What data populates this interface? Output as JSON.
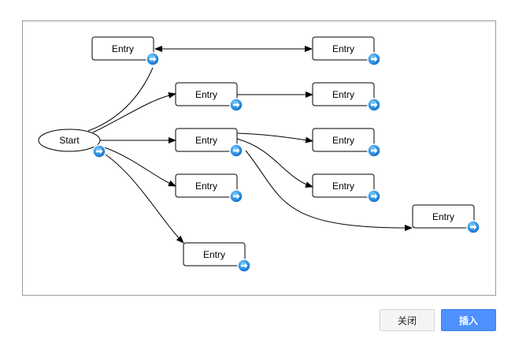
{
  "diagram": {
    "start": {
      "id": "start",
      "label": "Start",
      "shape": "ellipse"
    },
    "nodes": [
      {
        "id": "n1",
        "label": "Entry"
      },
      {
        "id": "n2",
        "label": "Entry"
      },
      {
        "id": "n3",
        "label": "Entry"
      },
      {
        "id": "n4",
        "label": "Entry"
      },
      {
        "id": "n5",
        "label": "Entry"
      },
      {
        "id": "n6",
        "label": "Entry"
      },
      {
        "id": "n7",
        "label": "Entry"
      },
      {
        "id": "n8",
        "label": "Entry"
      },
      {
        "id": "n9",
        "label": "Entry"
      },
      {
        "id": "n10",
        "label": "Entry"
      }
    ],
    "edges": [
      {
        "from": "start",
        "to": "n1",
        "arrow": "none"
      },
      {
        "from": "n1",
        "to": "n6",
        "arrow": "both"
      },
      {
        "from": "start",
        "to": "n2",
        "arrow": "end"
      },
      {
        "from": "start",
        "to": "n3",
        "arrow": "end"
      },
      {
        "from": "start",
        "to": "n4",
        "arrow": "end"
      },
      {
        "from": "start",
        "to": "n5",
        "arrow": "end"
      },
      {
        "from": "n2",
        "to": "n7",
        "arrow": "end"
      },
      {
        "from": "n3",
        "to": "n8",
        "arrow": "end"
      },
      {
        "from": "n3",
        "to": "n9",
        "arrow": "end"
      },
      {
        "from": "n3",
        "to": "n10",
        "arrow": "end"
      }
    ],
    "colors": {
      "badge": "#2a8ee0",
      "badge_light": "#6cc0ff",
      "stroke": "#000000"
    },
    "badge_icon": "arrow-right-icon"
  },
  "footer": {
    "close_label": "关闭",
    "insert_label": "插入"
  }
}
